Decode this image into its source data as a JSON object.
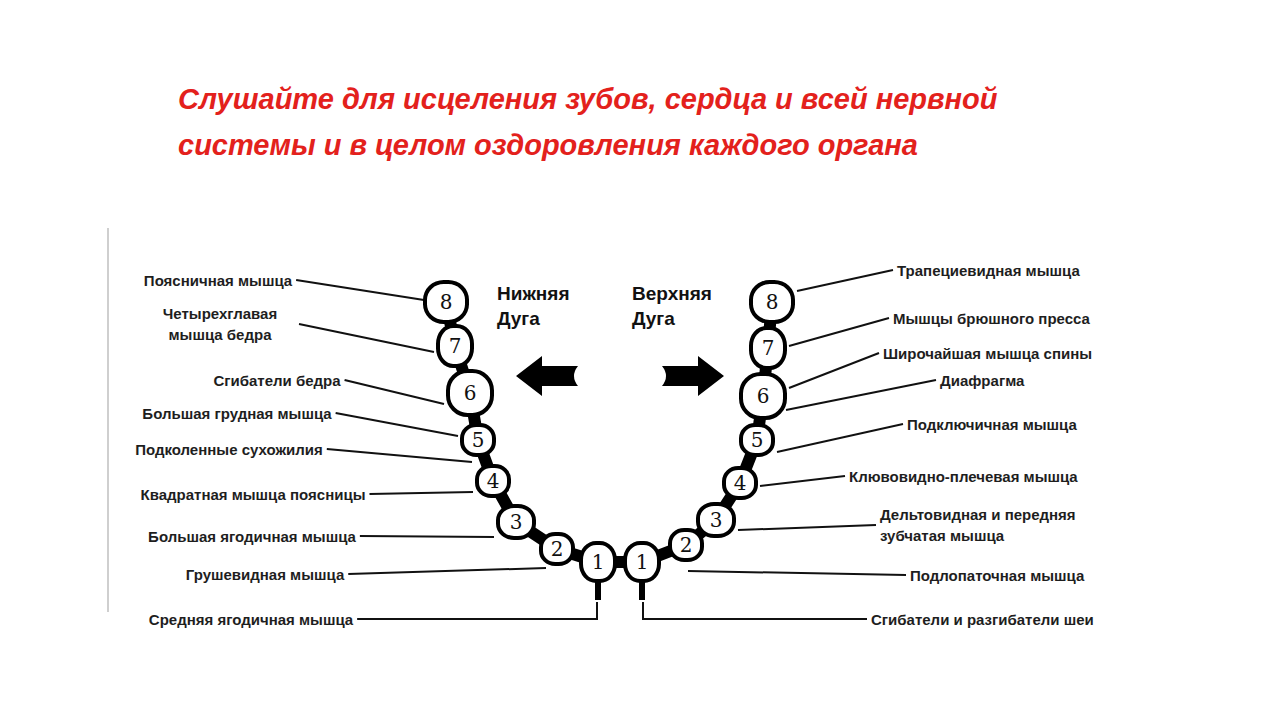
{
  "diagram": {
    "title": "Слушайте для исцеления зубов, сердца и всей нервной системы и в целом оздоровления каждого органа",
    "nodes": [
      {
        "text": [
          "8"
        ]
      },
      {
        "text": [
          "7"
        ]
      },
      {
        "text": [
          "6"
        ]
      },
      {
        "text": [
          "5"
        ]
      },
      {
        "text": [
          "4"
        ]
      },
      {
        "text": [
          "3"
        ]
      },
      {
        "text": [
          "2"
        ]
      },
      {
        "text": [
          "1"
        ]
      },
      {
        "text": [
          "1"
        ]
      },
      {
        "text": [
          "2"
        ]
      },
      {
        "text": [
          "3"
        ]
      },
      {
        "text": [
          "4"
        ]
      },
      {
        "text": [
          "5"
        ]
      },
      {
        "text": [
          "6"
        ]
      },
      {
        "text": [
          "7"
        ]
      },
      {
        "text": [
          "8"
        ]
      }
    ],
    "edges": [],
    "labels": [
      "Нижняя Дуга",
      "Верхняя Дуга",
      "Поясничная мышца",
      "Четырехглавая мышца бедра",
      "Сгибатели бедра",
      "Большая грудная мышца",
      "Подколенные сухожилия",
      "Квадратная мышца поясницы",
      "Большая ягодичная мышца",
      "Грушевидная мышца",
      "Средняя ягодичная мышца",
      "Трапециевидная мышца",
      "Мышцы брюшного пресса",
      "Широчайшая мышца спины",
      "Диафрагма",
      "Подключичная мышца",
      "Клювовидно-плечевая мышца",
      "Дельтовидная и передняя зубчатая мышца",
      "Подлопаточная мышца",
      "Сгибатели и разгибатели шеи"
    ]
  }
}
